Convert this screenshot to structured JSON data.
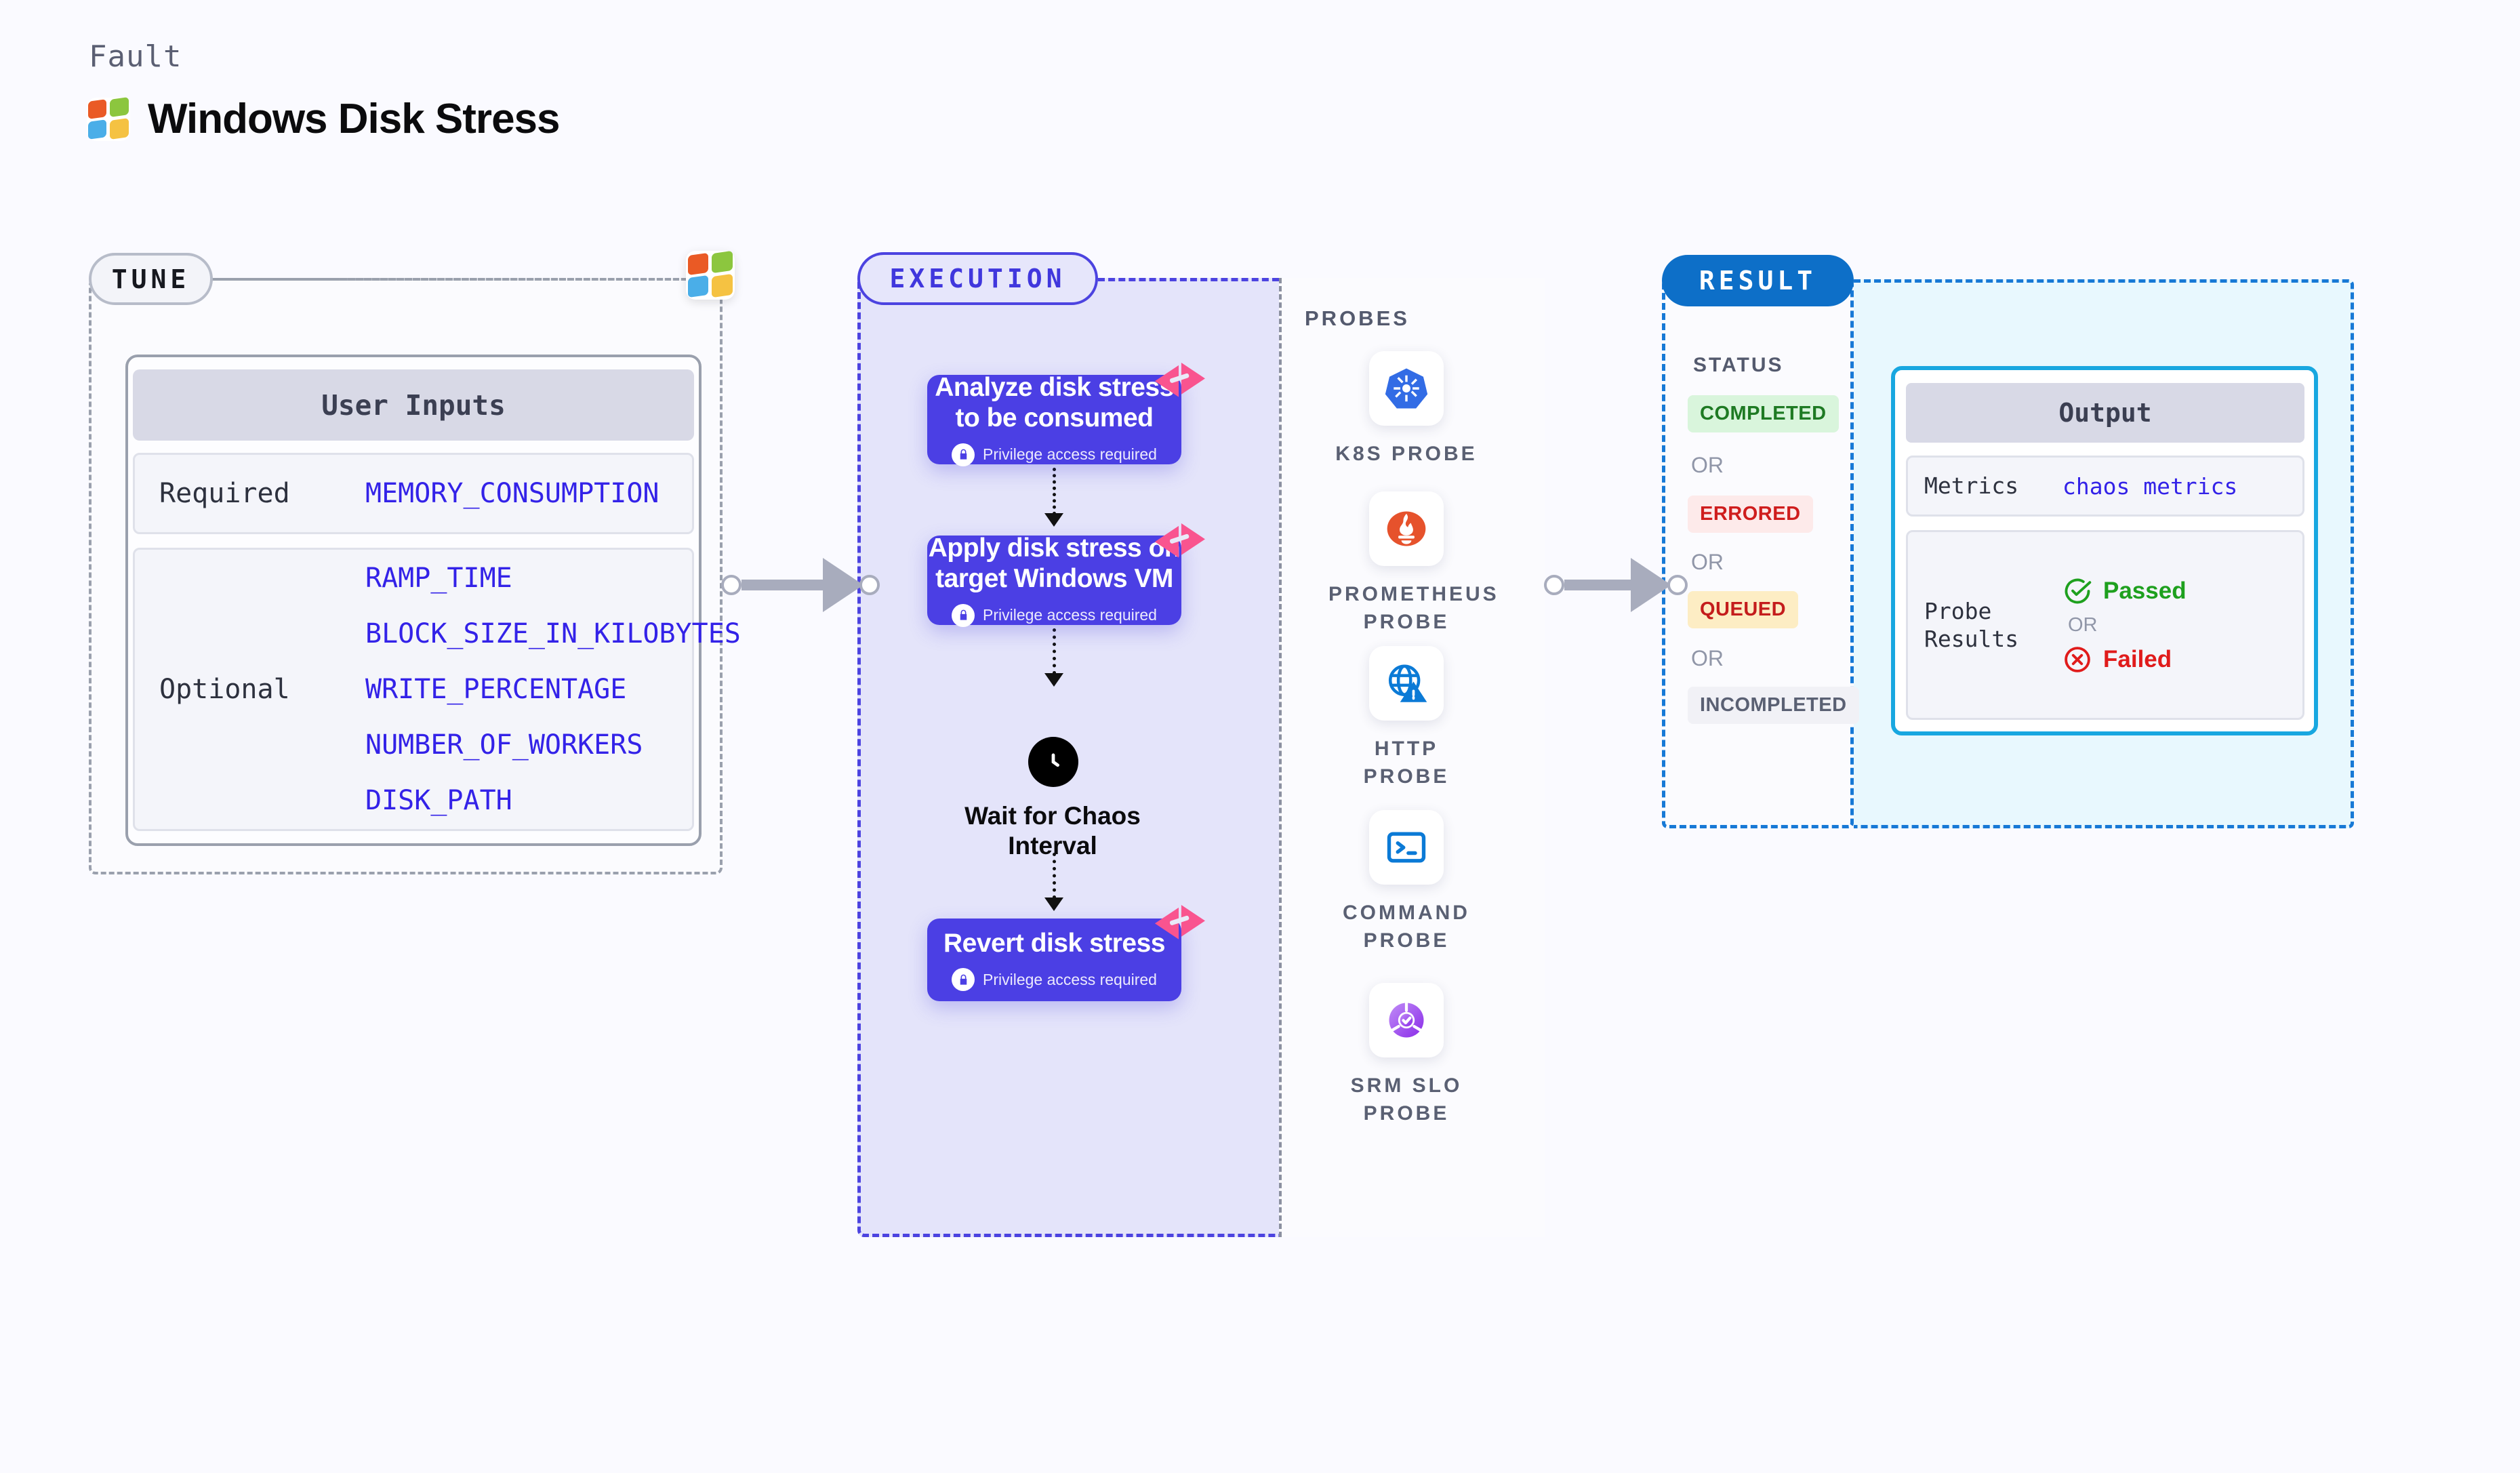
{
  "header": {
    "kicker": "Fault",
    "title": "Windows Disk Stress",
    "logo_icon": "windows-logo-icon"
  },
  "tune": {
    "pill": "TUNE",
    "card_title": "User Inputs",
    "sections": [
      {
        "label": "Required",
        "values": [
          "MEMORY_CONSUMPTION"
        ]
      },
      {
        "label": "Optional",
        "values": [
          "RAMP_TIME",
          "BLOCK_SIZE_IN_KILOBYTES",
          "WRITE_PERCENTAGE",
          "NUMBER_OF_WORKERS",
          "DISK_PATH"
        ]
      }
    ]
  },
  "execution": {
    "pill": "EXECUTION",
    "privilege_note": "Privilege access required",
    "steps": [
      {
        "title": "Analyze disk stress to be consumed",
        "privileged": true
      },
      {
        "title": "Apply disk stress on target Windows VM",
        "privileged": true
      },
      {
        "title": "Revert disk stress",
        "privileged": true
      }
    ],
    "wait": {
      "label": "Wait for Chaos Interval",
      "icon": "clock-icon"
    },
    "probes": {
      "title": "PROBES",
      "items": [
        {
          "label": "K8S PROBE",
          "icon": "kubernetes-icon"
        },
        {
          "label": "PROMETHEUS PROBE",
          "icon": "prometheus-icon"
        },
        {
          "label": "HTTP PROBE",
          "icon": "http-globe-icon"
        },
        {
          "label": "COMMAND PROBE",
          "icon": "terminal-icon"
        },
        {
          "label": "SRM SLO PROBE",
          "icon": "srm-slo-icon"
        }
      ]
    }
  },
  "result": {
    "pill": "RESULT",
    "status_title": "STATUS",
    "or_label": "OR",
    "statuses": [
      {
        "label": "COMPLETED",
        "bg": "#d9f5dc",
        "fg": "#1e7a23"
      },
      {
        "label": "ERRORED",
        "bg": "#fdeaea",
        "fg": "#cf1d1d"
      },
      {
        "label": "QUEUED",
        "bg": "#fdedc4",
        "fg": "#c41c1c"
      },
      {
        "label": "INCOMPLETED",
        "bg": "#f1f1f6",
        "fg": "#5a6073"
      }
    ],
    "output": {
      "title": "Output",
      "metrics_label": "Metrics",
      "metrics_value": "chaos metrics",
      "probe_results_label": "Probe Results",
      "passed_label": "Passed",
      "failed_label": "Failed",
      "or_label": "OR",
      "passed_color": "#1ea01e",
      "failed_color": "#e01b1b"
    }
  },
  "colors": {
    "accent_purple": "#4b3fe4",
    "accent_blue": "#0d6fc8",
    "accent_cyan": "#18a7e0",
    "harness_pink": "#f9548f",
    "mono_value": "#3322e8"
  }
}
